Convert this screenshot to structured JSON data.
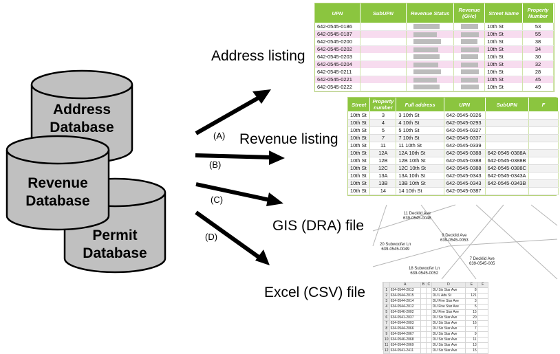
{
  "databases": {
    "address": "Address Database",
    "revenue": "Revenue Database",
    "permit": "Permit Database"
  },
  "arrows": [
    {
      "label": "(A)"
    },
    {
      "label": "(B)"
    },
    {
      "label": "(C)"
    },
    {
      "label": "(D)"
    }
  ],
  "outputs": {
    "address_listing": "Address listing",
    "revenue_listing": "Revenue listing",
    "gis_file": "GIS (DRA) file",
    "excel_file": "Excel (CSV) file"
  },
  "address_table": {
    "headers": [
      "UPN",
      "SubUPN",
      "Revenue Status",
      "Revenue (GHc)",
      "Street Name",
      "Property Number"
    ],
    "rows": [
      {
        "upn": "642-0545-0186",
        "street": "10th St",
        "number": "53"
      },
      {
        "upn": "642-0545-0187",
        "street": "10th St",
        "number": "55"
      },
      {
        "upn": "642-0545-0200",
        "street": "10th St",
        "number": "38"
      },
      {
        "upn": "642-0545-0202",
        "street": "10th St",
        "number": "34"
      },
      {
        "upn": "642-0545-0203",
        "street": "10th St",
        "number": "30"
      },
      {
        "upn": "642-0545-0204",
        "street": "10th St",
        "number": "32"
      },
      {
        "upn": "642-0545-0211",
        "street": "10th St",
        "number": "28"
      },
      {
        "upn": "642-0545-0221",
        "street": "10th St",
        "number": "45"
      },
      {
        "upn": "642-0545-0222",
        "street": "10th St",
        "number": "49"
      }
    ]
  },
  "revenue_table": {
    "headers": [
      "Street",
      "Property number",
      "Full address",
      "UPN",
      "SubUPN",
      "F"
    ],
    "rows": [
      {
        "street": "10th St",
        "number": "3",
        "address": "3 10th St",
        "upn": "642-0545-0326",
        "subupn": ""
      },
      {
        "street": "10th St",
        "number": "4",
        "address": "4 10th St",
        "upn": "642-0545-0293",
        "subupn": ""
      },
      {
        "street": "10th St",
        "number": "5",
        "address": "5 10th St",
        "upn": "642-0545-0327",
        "subupn": ""
      },
      {
        "street": "10th St",
        "number": "7",
        "address": "7 10th St",
        "upn": "642-0545-0337",
        "subupn": ""
      },
      {
        "street": "10th St",
        "number": "11",
        "address": "11 10th St",
        "upn": "642-0545-0339",
        "subupn": ""
      },
      {
        "street": "10th St",
        "number": "12A",
        "address": "12A 10th St",
        "upn": "642-0545-0388",
        "subupn": "642-0545-0388A"
      },
      {
        "street": "10th St",
        "number": "12B",
        "address": "12B 10th St",
        "upn": "642-0545-0388",
        "subupn": "642-0545-0388B"
      },
      {
        "street": "10th St",
        "number": "12C",
        "address": "12C 10th St",
        "upn": "642-0545-0388",
        "subupn": "642-0545-0388C"
      },
      {
        "street": "10th St",
        "number": "13A",
        "address": "13A 10th St",
        "upn": "642-0545-0343",
        "subupn": "642-0545-0343A"
      },
      {
        "street": "10th St",
        "number": "13B",
        "address": "13B 10th St",
        "upn": "642-0545-0343",
        "subupn": "642-0545-0343B"
      },
      {
        "street": "10th St",
        "number": "14",
        "address": "14 10th St",
        "upn": "642-0545-0387",
        "subupn": ""
      }
    ]
  },
  "gis_labels": {
    "p1": {
      "street": "11 Decklid Ave",
      "upn": "639-0545-0048"
    },
    "p2": {
      "street": "9 Decklid Ave",
      "upn": "639-0545-0053"
    },
    "p3": {
      "street": "20 Subwoofer Ln",
      "upn": "639-0545-0049"
    },
    "p4": {
      "street": "18 Subwoofer Ln",
      "upn": "639-0545-0052"
    },
    "p5": {
      "street": "7 Decklid Ave",
      "upn": "639-0545-005"
    }
  },
  "excel": {
    "columns": [
      "",
      "A",
      "B",
      "C",
      "D",
      "E",
      "F"
    ],
    "rows": [
      {
        "n": "1",
        "a": "634-0544-2013",
        "d": "DU Six Star Ave",
        "e": "8"
      },
      {
        "n": "2",
        "a": "634-0544-2015",
        "d": "DU L Adu St",
        "e": "121"
      },
      {
        "n": "3",
        "a": "634-0544-2014",
        "d": "DU Five Star Ave",
        "e": "3"
      },
      {
        "n": "4",
        "a": "634-0544-2012",
        "d": "DU Five Star Ave",
        "e": "5"
      },
      {
        "n": "5",
        "a": "634-0546-2002",
        "d": "DU Five Star Ave",
        "e": "15"
      },
      {
        "n": "6",
        "a": "634-0541-2037",
        "d": "DU Six Star Ave",
        "e": "20"
      },
      {
        "n": "7",
        "a": "634-0544-2003",
        "d": "DU Six Star Ave",
        "e": "16"
      },
      {
        "n": "8",
        "a": "634-0544-2066",
        "d": "DU Six Star Ave",
        "e": "7"
      },
      {
        "n": "9",
        "a": "634-0544-2067",
        "d": "DU Six Star Ave",
        "e": "9"
      },
      {
        "n": "10",
        "a": "634-0546-2068",
        "d": "DU Six Star Ave",
        "e": "11"
      },
      {
        "n": "11",
        "a": "634-0544-2069",
        "d": "DU Six Star Ave",
        "e": "13"
      },
      {
        "n": "12",
        "a": "634-0541-2411",
        "d": "DU Six Star Ave",
        "e": "15"
      }
    ]
  }
}
